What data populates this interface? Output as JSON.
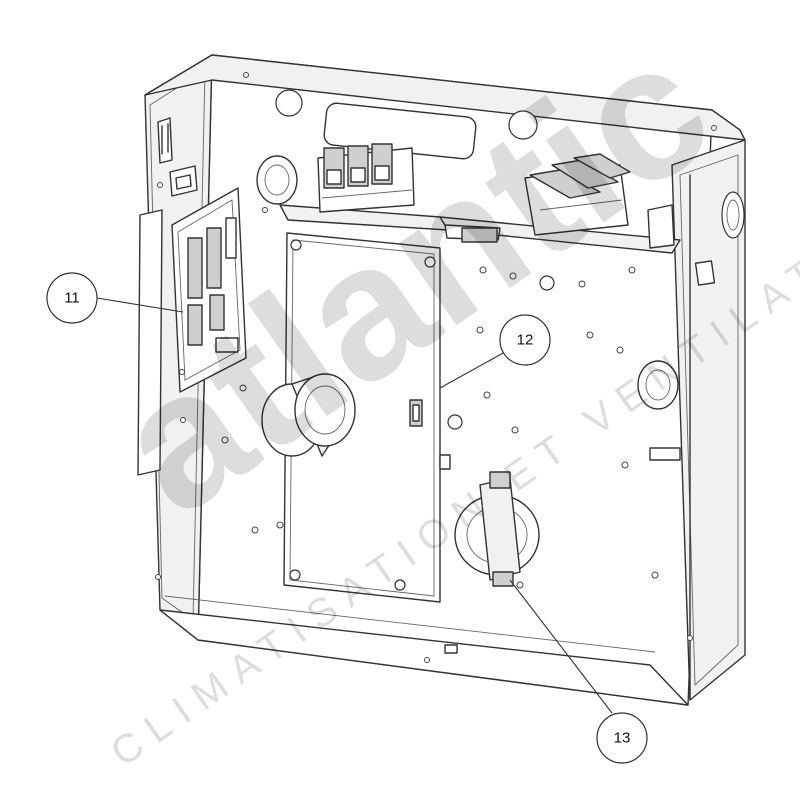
{
  "callouts": [
    {
      "id": "11",
      "label": "11"
    },
    {
      "id": "12",
      "label": "12"
    },
    {
      "id": "13",
      "label": "13"
    }
  ],
  "watermark": {
    "logo_text": "atlantic",
    "tagline": "CLIMATISATION ET VENTILATION"
  },
  "colors": {
    "line": "#333333",
    "background": "#ffffff",
    "watermark": "#000000"
  }
}
